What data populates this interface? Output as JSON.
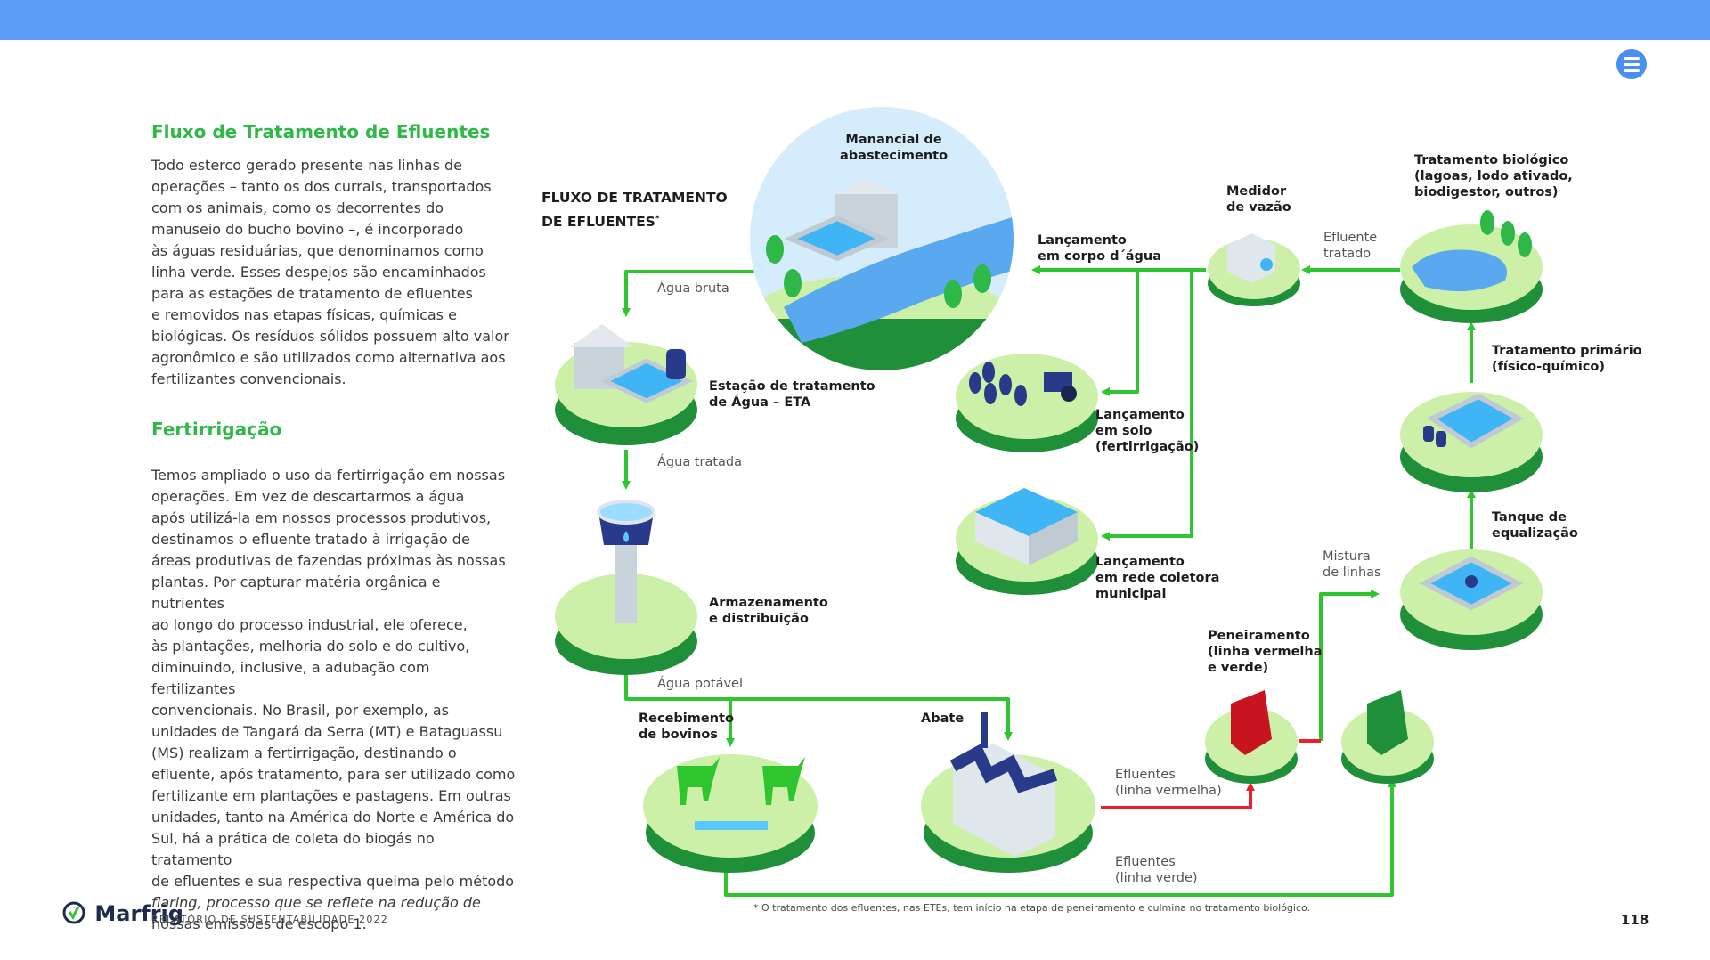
{
  "sections": [
    {
      "title": "Fluxo de Tratamento de Efluentes",
      "lines": [
        "Todo esterco gerado presente nas linhas de",
        "operações – tanto os dos currais, transportados",
        "com os animais, como os decorrentes do",
        "manuseio do bucho bovino –, é incorporado",
        "às águas residuárias, que denominamos como",
        "linha verde. Esses despejos são encaminhados",
        "para as estações de tratamento de efluentes",
        "e removidos nas etapas físicas, químicas e",
        "biológicas. Os resíduos sólidos possuem alto valor",
        "agronômico e são utilizados como alternativa aos",
        "fertilizantes convencionais."
      ]
    },
    {
      "title": "Fertirrigação",
      "lines": [
        "Temos ampliado o uso da fertirrigação em nossas",
        "operações. Em vez de descartarmos a água",
        "após utilizá-la em nossos processos produtivos,",
        "destinamos o efluente tratado à irrigação de",
        "áreas produtivas de fazendas próximas às nossas",
        "plantas. Por capturar matéria orgânica e nutrientes",
        "ao longo do processo industrial, ele oferece,",
        "às plantações, melhoria do solo e do cultivo,",
        "diminuindo, inclusive, a adubação com fertilizantes",
        "convencionais.  No Brasil, por exemplo, as",
        "unidades de Tangará da Serra (MT) e Bataguassu",
        "(MS) realizam a fertirrigação, destinando o",
        "efluente, após tratamento, para ser utilizado como",
        "fertilizante em plantações e pastagens. Em outras",
        "unidades, tanto na América do Norte e América do",
        "Sul, há a prática de coleta do biogás no tratamento",
        "de efluentes e sua respectiva queima pelo método",
        "flaring, processo que se reflete na redução de",
        "nossas emissões de escopo 1."
      ]
    }
  ],
  "diagram": {
    "title_line1": "FLUXO DE TRATAMENTO",
    "title_line2": "DE EFLUENTES",
    "title_mark": "*",
    "nodes": {
      "manancial": [
        "Manancial de",
        "abastecimento"
      ],
      "eta": [
        "Estação de tratamento",
        "de Água – ETA"
      ],
      "armazenamento": [
        "Armazenamento",
        "e distribuição"
      ],
      "recebimento": [
        "Recebimento",
        "de bovinos"
      ],
      "abate": [
        "Abate"
      ],
      "peneiramento": [
        "Peneiramento",
        "(linha vermelha",
        "e verde)"
      ],
      "tanque": [
        "Tanque de",
        "equalização"
      ],
      "primario": [
        "Tratamento primário",
        "(físico-químico)"
      ],
      "biologico": [
        "Tratamento biológico",
        "(lagoas, lodo ativado,",
        "biodigestor, outros)"
      ],
      "medidor": [
        "Medidor",
        "de vazão"
      ],
      "corpo_agua": [
        "Lançamento",
        "em corpo d´água"
      ],
      "solo": [
        "Lançamento",
        "em solo",
        "(fertirrigação)"
      ],
      "rede": [
        "Lançamento",
        "em rede coletora",
        "municipal"
      ]
    },
    "flows": {
      "agua_bruta": "Água bruta",
      "agua_tratada": "Água tratada",
      "agua_potavel": "Água potável",
      "efluentes_vermelha": [
        "Efluentes",
        "(linha vermelha)"
      ],
      "efluentes_verde": [
        "Efluentes",
        "(linha verde)"
      ],
      "mistura": [
        "Mistura",
        "de linhas"
      ],
      "efluente_tratado": [
        "Efluente",
        "tratado"
      ]
    },
    "colors": {
      "flow_green": "#2ec52e",
      "flow_red": "#e8202a",
      "ground_light": "#cdf0a8",
      "ground_dark": "#1f8f3a"
    }
  },
  "footer": {
    "brand": "Marfrig",
    "report": "RELATÓRIO DE SUSTENTABILIDADE 2022",
    "footnote": "* O tratamento dos efluentes, nas ETEs, tem início na etapa de peneiramento e culmina no tratamento biológico.",
    "page_number": "118"
  }
}
